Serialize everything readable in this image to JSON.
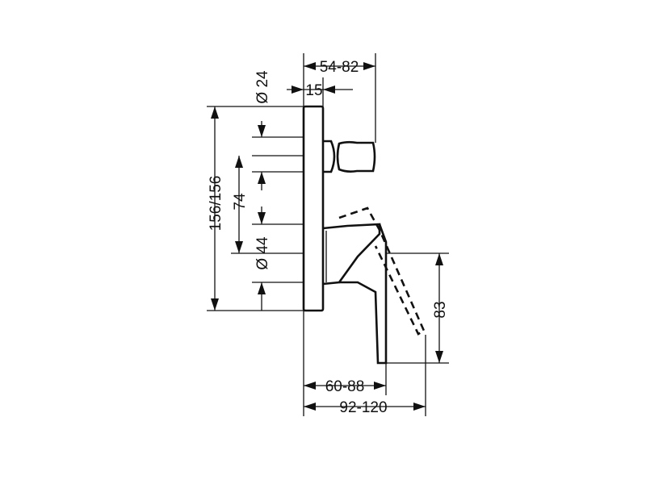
{
  "dimensions": {
    "depth_top": "54-82",
    "offset_top": "15",
    "diameter_upper": "Ø 24",
    "total_height": "156/156",
    "spacing": "74",
    "diameter_lower": "Ø 44",
    "lever_drop": "83",
    "depth_body": "60-88",
    "depth_lever": "92-120"
  },
  "colors": {
    "ink": "#111111",
    "background": "#ffffff"
  }
}
